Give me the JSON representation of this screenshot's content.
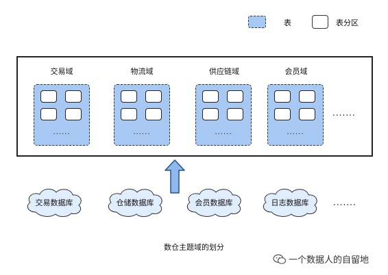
{
  "legend": {
    "table_label": "表",
    "partition_label": "表分区"
  },
  "domains": [
    {
      "title": "交易域",
      "dots": "......"
    },
    {
      "title": "物流域",
      "dots": "......"
    },
    {
      "title": "供应链域",
      "dots": "......"
    },
    {
      "title": "会员域",
      "dots": "......"
    }
  ],
  "domain_more": ".......",
  "databases": [
    {
      "label": "交易数据库"
    },
    {
      "label": "仓储数据库"
    },
    {
      "label": "会员数据库"
    },
    {
      "label": "日志数据库"
    }
  ],
  "database_more": ".......",
  "caption": "数仓主题域的划分",
  "watermark": "一个数据人的自留地",
  "colors": {
    "table_fill": "#a6c8f3",
    "arrow_fill": "#8fb8ef",
    "stroke": "#222222"
  }
}
